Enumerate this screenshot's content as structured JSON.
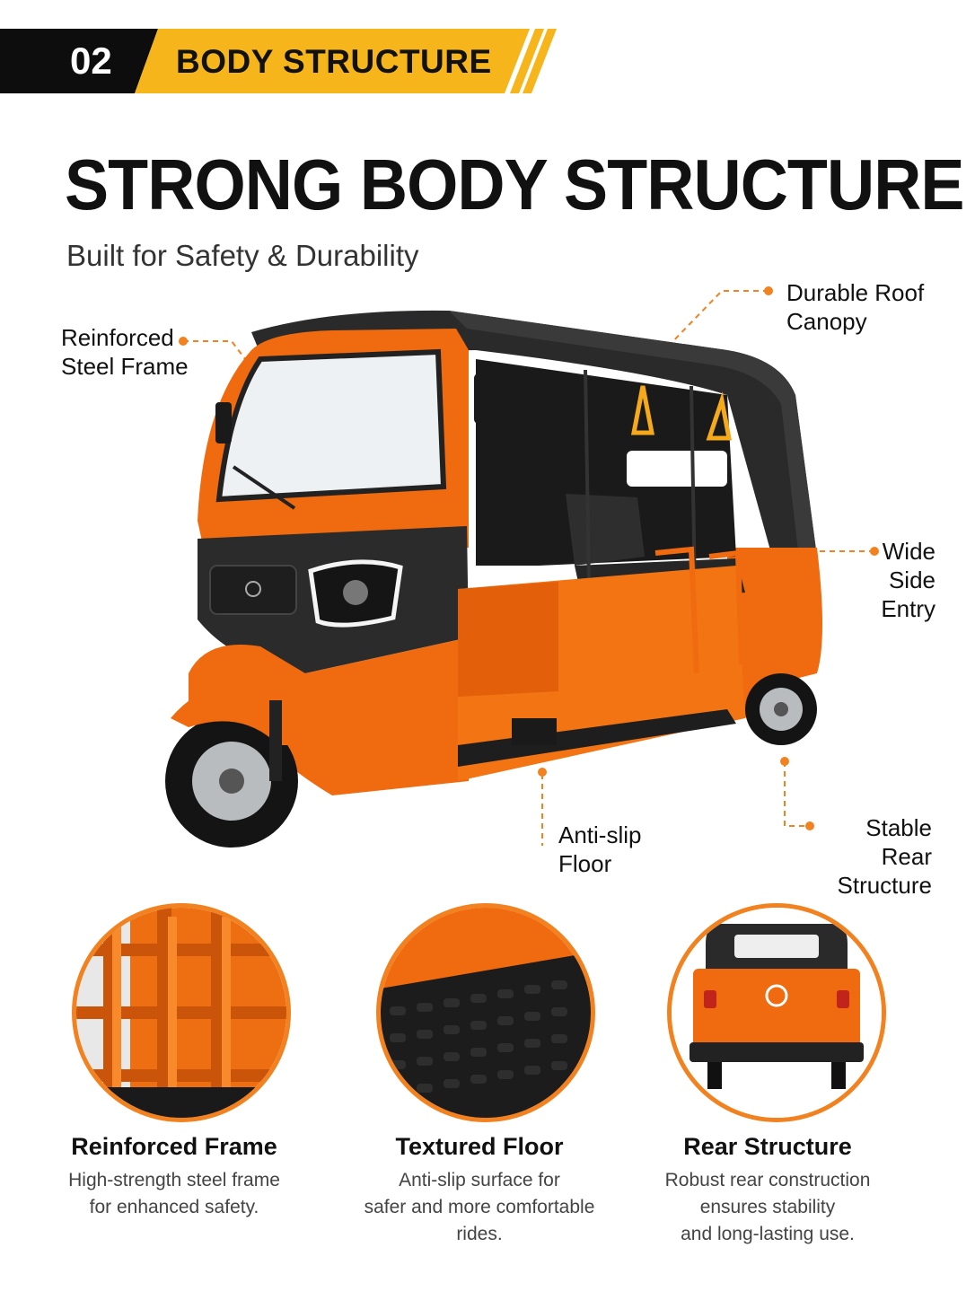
{
  "header": {
    "section_number": "02",
    "section_title": "BODY STRUCTURE",
    "band_color": "#f5b51b"
  },
  "headline": "STRONG BODY STRUCTURE",
  "subheadline": "Built for Safety & Durability",
  "accent_color": "#f2811f",
  "callouts": {
    "frame": [
      "Reinforced",
      "Steel Frame"
    ],
    "roof": [
      "Durable Roof",
      "Canopy"
    ],
    "entry": [
      "Wide",
      "Side Entry"
    ],
    "floor": [
      "Anti-slip",
      "Floor"
    ],
    "rear": [
      "Stable Rear",
      "Structure"
    ]
  },
  "features": [
    {
      "icon": "steel-frame-closeup",
      "title": "Reinforced Frame",
      "desc": [
        "High-strength steel frame",
        "for enhanced safety."
      ]
    },
    {
      "icon": "textured-floor-closeup",
      "title": "Textured Floor",
      "desc": [
        "Anti-slip surface for",
        "safer and more comfortable",
        "rides."
      ]
    },
    {
      "icon": "rear-view-closeup",
      "title": "Rear Structure",
      "desc": [
        "Robust rear construction",
        "ensures stability",
        "and long-lasting use."
      ]
    }
  ]
}
